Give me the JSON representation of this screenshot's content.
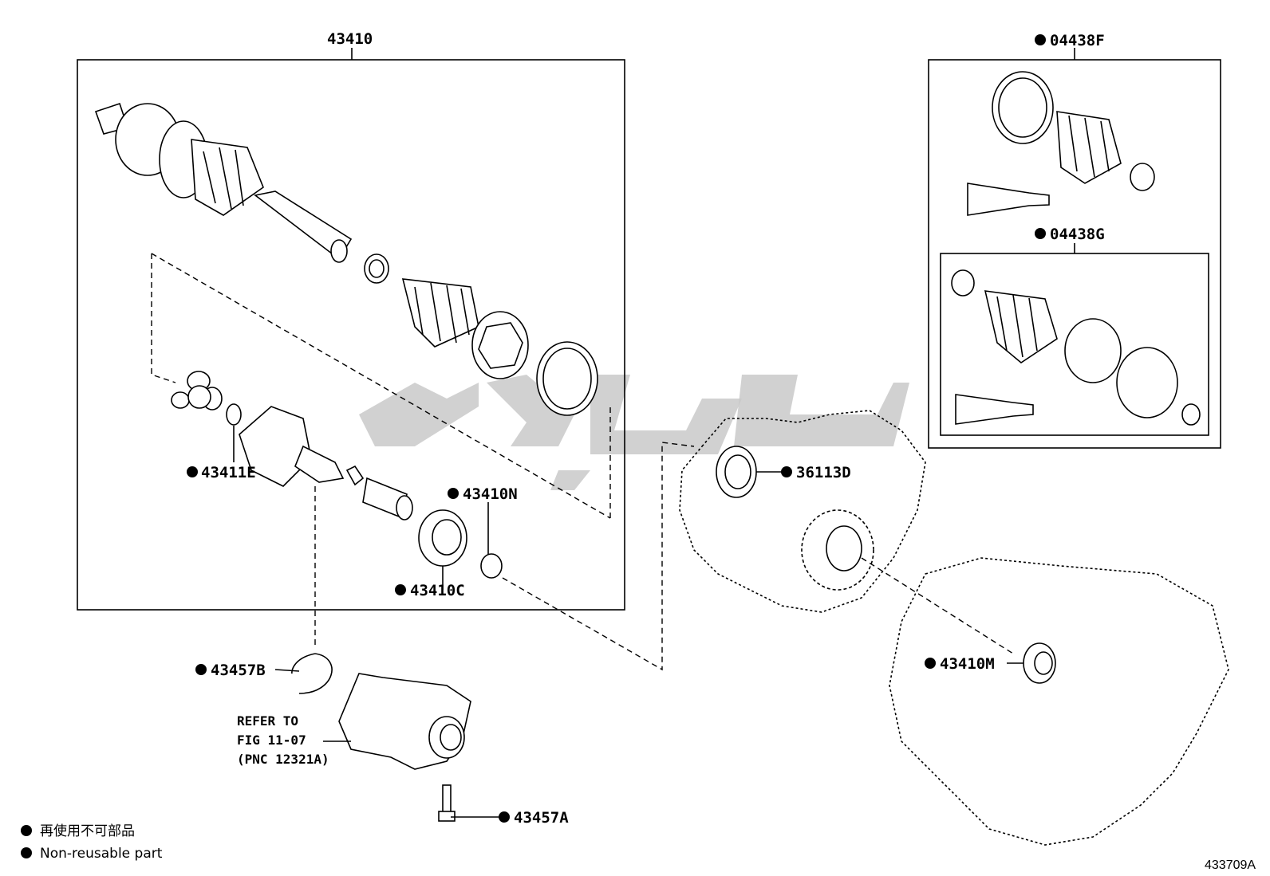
{
  "labels": {
    "main_assembly": "43410",
    "kit_f": "04438F",
    "kit_g": "04438G",
    "part_43411e": "43411E",
    "part_43410n": "43410N",
    "part_43410c": "43410C",
    "part_36113d": "36113D",
    "part_43410m": "43410M",
    "part_43457b": "43457B",
    "part_43457a": "43457A"
  },
  "refer": {
    "line1": "REFER TO",
    "line2": "FIG 11-07",
    "line3": "(PNC 12321A)"
  },
  "legend": {
    "jp": "再使用不可部品",
    "en": "Non-reusable part"
  },
  "figure_id": "433709A",
  "colors": {
    "ink": "#000000",
    "watermark": "#c9c9c9"
  }
}
